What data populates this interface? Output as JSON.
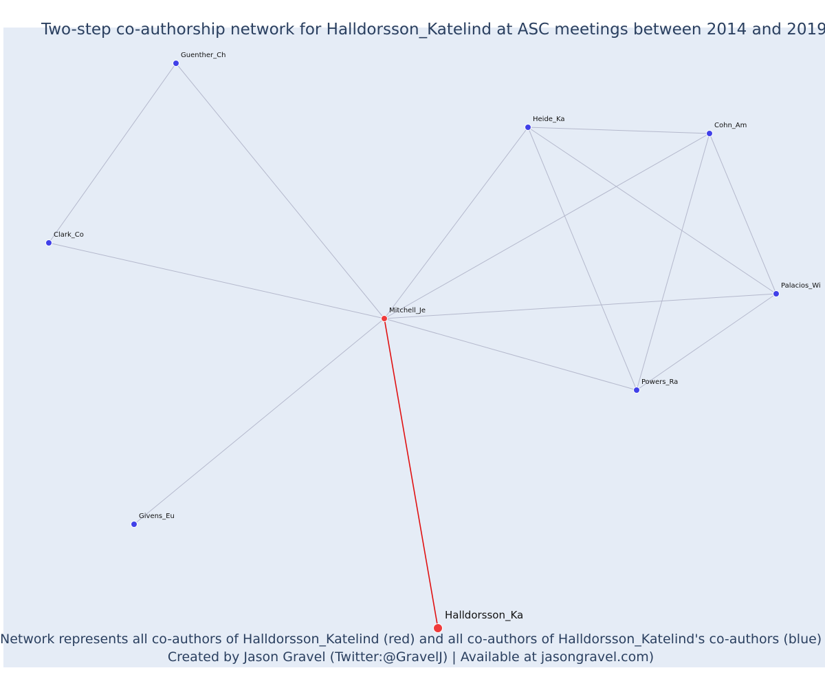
{
  "title": "Two-step co-authorship network for Halldorsson_Katelind at ASC meetings between 2014 and 2019",
  "caption_line1": "Network represents all co-authors of Halldorsson_Katelind (red) and all co-authors of Halldorsson_Katelind's co-authors (blue)",
  "caption_line2": "Created by Jason Gravel (Twitter:@GravelJ) | Available at jasongravel.com)",
  "colors": {
    "background": "#e5ecf6",
    "ego_node": "#ef3b3b",
    "coauthor_node": "#4040e8",
    "ego_edge": "#e01010",
    "edge": "#b4b8cc",
    "title_text": "#2a3f5f"
  },
  "nodes": [
    {
      "id": "Halldorsson_Ka",
      "label": "Halldorsson_Ka",
      "group": "ego"
    },
    {
      "id": "Mitchell_Je",
      "label": "Mitchell_Je",
      "group": "coauthor"
    },
    {
      "id": "Guenther_Ch",
      "label": "Guenther_Ch",
      "group": "second"
    },
    {
      "id": "Clark_Co",
      "label": "Clark_Co",
      "group": "second"
    },
    {
      "id": "Heide_Ka",
      "label": "Heide_Ka",
      "group": "second"
    },
    {
      "id": "Cohn_Am",
      "label": "Cohn_Am",
      "group": "second"
    },
    {
      "id": "Palacios_Wi",
      "label": "Palacios_Wi",
      "group": "second"
    },
    {
      "id": "Powers_Ra",
      "label": "Powers_Ra",
      "group": "second"
    },
    {
      "id": "Givens_Eu",
      "label": "Givens_Eu",
      "group": "second"
    }
  ],
  "edges": [
    {
      "source": "Halldorsson_Ka",
      "target": "Mitchell_Je"
    },
    {
      "source": "Mitchell_Je",
      "target": "Guenther_Ch"
    },
    {
      "source": "Mitchell_Je",
      "target": "Clark_Co"
    },
    {
      "source": "Guenther_Ch",
      "target": "Clark_Co"
    },
    {
      "source": "Mitchell_Je",
      "target": "Heide_Ka"
    },
    {
      "source": "Mitchell_Je",
      "target": "Cohn_Am"
    },
    {
      "source": "Mitchell_Je",
      "target": "Palacios_Wi"
    },
    {
      "source": "Mitchell_Je",
      "target": "Powers_Ra"
    },
    {
      "source": "Mitchell_Je",
      "target": "Givens_Eu"
    },
    {
      "source": "Heide_Ka",
      "target": "Cohn_Am"
    },
    {
      "source": "Heide_Ka",
      "target": "Palacios_Wi"
    },
    {
      "source": "Heide_Ka",
      "target": "Powers_Ra"
    },
    {
      "source": "Cohn_Am",
      "target": "Palacios_Wi"
    },
    {
      "source": "Cohn_Am",
      "target": "Powers_Ra"
    },
    {
      "source": "Palacios_Wi",
      "target": "Powers_Ra"
    }
  ]
}
